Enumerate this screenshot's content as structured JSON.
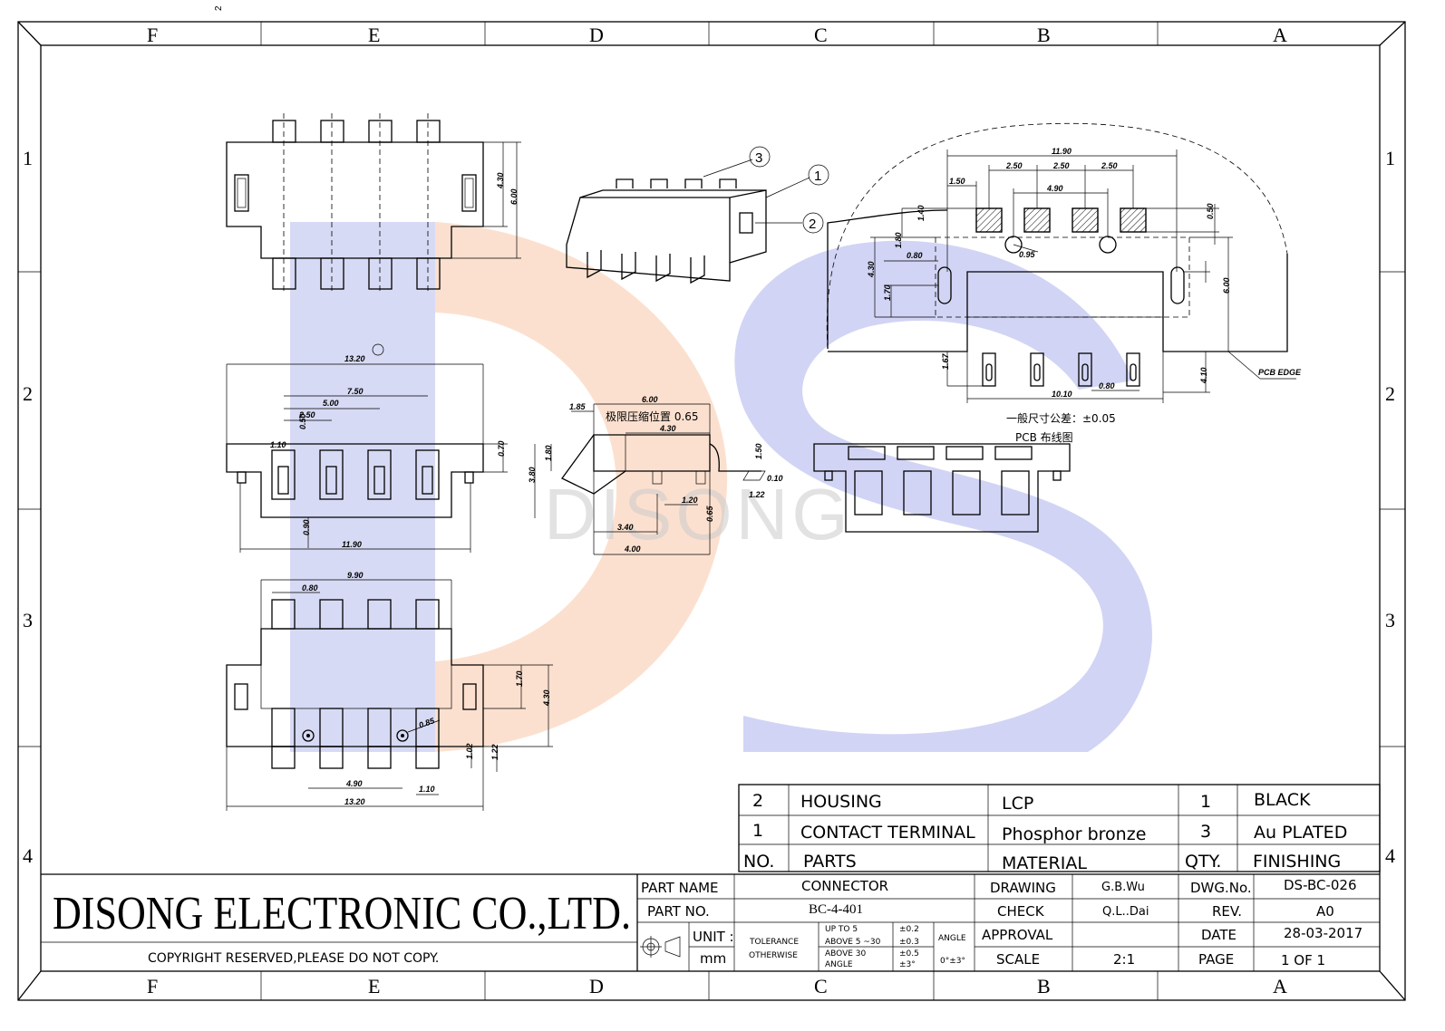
{
  "sheet": {
    "corner_mark": "2",
    "columns": [
      "F",
      "E",
      "D",
      "C",
      "B",
      "A"
    ],
    "rows": [
      "1",
      "2",
      "3",
      "4"
    ]
  },
  "callouts": [
    "1",
    "2",
    "3"
  ],
  "dimensions": {
    "top_view": [
      "4.30",
      "6.00"
    ],
    "front_view": [
      "13.20",
      "7.50",
      "5.00",
      "2.50",
      "0.50",
      "1.10",
      "0.70",
      "0.90",
      "11.90"
    ],
    "bottom_view": [
      "9.90",
      "0.80",
      "1.70",
      "4.30",
      "0.85",
      "1.02",
      "1.22",
      "4.90",
      "1.10",
      "13.20"
    ],
    "side_view": [
      "1.85",
      "6.00",
      "4.30",
      "1.80",
      "3.80",
      "1.50",
      "0.10",
      "1.22",
      "1.20",
      "0.65",
      "3.40",
      "4.00"
    ],
    "side_note": "极限压缩位置 0.65",
    "pcb": [
      "11.90",
      "2.50",
      "2.50",
      "2.50",
      "1.50",
      "4.90",
      "1.40",
      "0.50",
      "1.80",
      "0.80",
      "0.95",
      "4.30",
      "1.70",
      "6.00",
      "1.67",
      "10.10",
      "0.80",
      "4.10"
    ],
    "pcb_edge": "PCB EDGE"
  },
  "pcb_notes": {
    "tolerance": "一般尺寸公差：±0.05",
    "title": "PCB 布线图"
  },
  "watermark": "DISONG",
  "bom": {
    "rows": [
      {
        "no": "2",
        "part": "HOUSING",
        "material": "LCP",
        "qty": "1",
        "finish": "BLACK"
      },
      {
        "no": "1",
        "part": "CONTACT TERMINAL",
        "material": "Phosphor bronze",
        "qty": "3",
        "finish": "Au PLATED"
      }
    ],
    "header": {
      "no": "NO.",
      "part": "PARTS",
      "material": "MATERIAL",
      "qty": "QTY.",
      "finish": "FINISHING"
    }
  },
  "title_block": {
    "company": "DISONG ELECTRONIC CO.,LTD.",
    "copyright": "COPYRIGHT RESERVED,PLEASE DO NOT COPY.",
    "part_name_label": "PART NAME",
    "part_name": "CONNECTOR",
    "part_no_label": "PART NO.",
    "part_no": "BC-4-401",
    "unit_label": "UNIT :",
    "unit": "mm",
    "tolerance_label": "TOLERANCE",
    "otherwise_label": "OTHERWISE",
    "tol_rows": [
      "UP TO 5",
      "ABOVE 5 ~30",
      "ABOVE 30",
      "ANGLE"
    ],
    "tol_vals": [
      "±0.2",
      "±0.3",
      "±0.5",
      "±3°"
    ],
    "angle_label": "ANGLE",
    "angle_val": "0°±3°",
    "drawing_label": "DRAWING",
    "drawing": "G.B.Wu",
    "check_label": "CHECK",
    "check": "Q.L..Dai",
    "approval_label": "APPROVAL",
    "approval": "",
    "scale_label": "SCALE",
    "scale": "2:1",
    "dwg_label": "DWG.No.",
    "dwg": "DS-BC-026",
    "rev_label": "REV.",
    "rev": "A0",
    "date_label": "DATE",
    "date": "28-03-2017",
    "page_label": "PAGE",
    "page": "1 OF 1"
  }
}
